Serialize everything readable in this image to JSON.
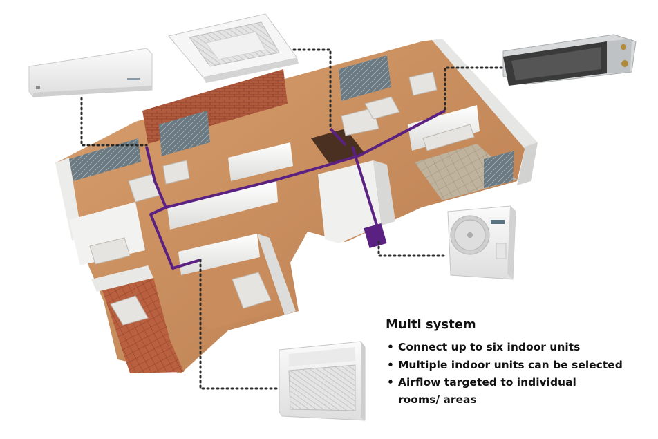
{
  "caption": {
    "title": "Multi system",
    "bullets": [
      "Connect up to six indoor units",
      "Multiple indoor units can be selected",
      "Airflow targeted to individual rooms/ areas"
    ]
  },
  "colors": {
    "pipe": "#5a2182",
    "leader": "#2a2a2a",
    "wall": "#f4f4f2",
    "floor_wood": "#c8895a",
    "floor_tile": "#b45a3c",
    "kitchen_floor": "#b7a994",
    "unit_body": "#f3f3f3"
  },
  "icons": [
    "wall-mounted-indoor-unit-icon",
    "ceiling-cassette-indoor-unit-icon",
    "ducted-indoor-unit-icon",
    "outdoor-unit-icon",
    "floor-console-indoor-unit-icon",
    "branch-box-icon"
  ]
}
